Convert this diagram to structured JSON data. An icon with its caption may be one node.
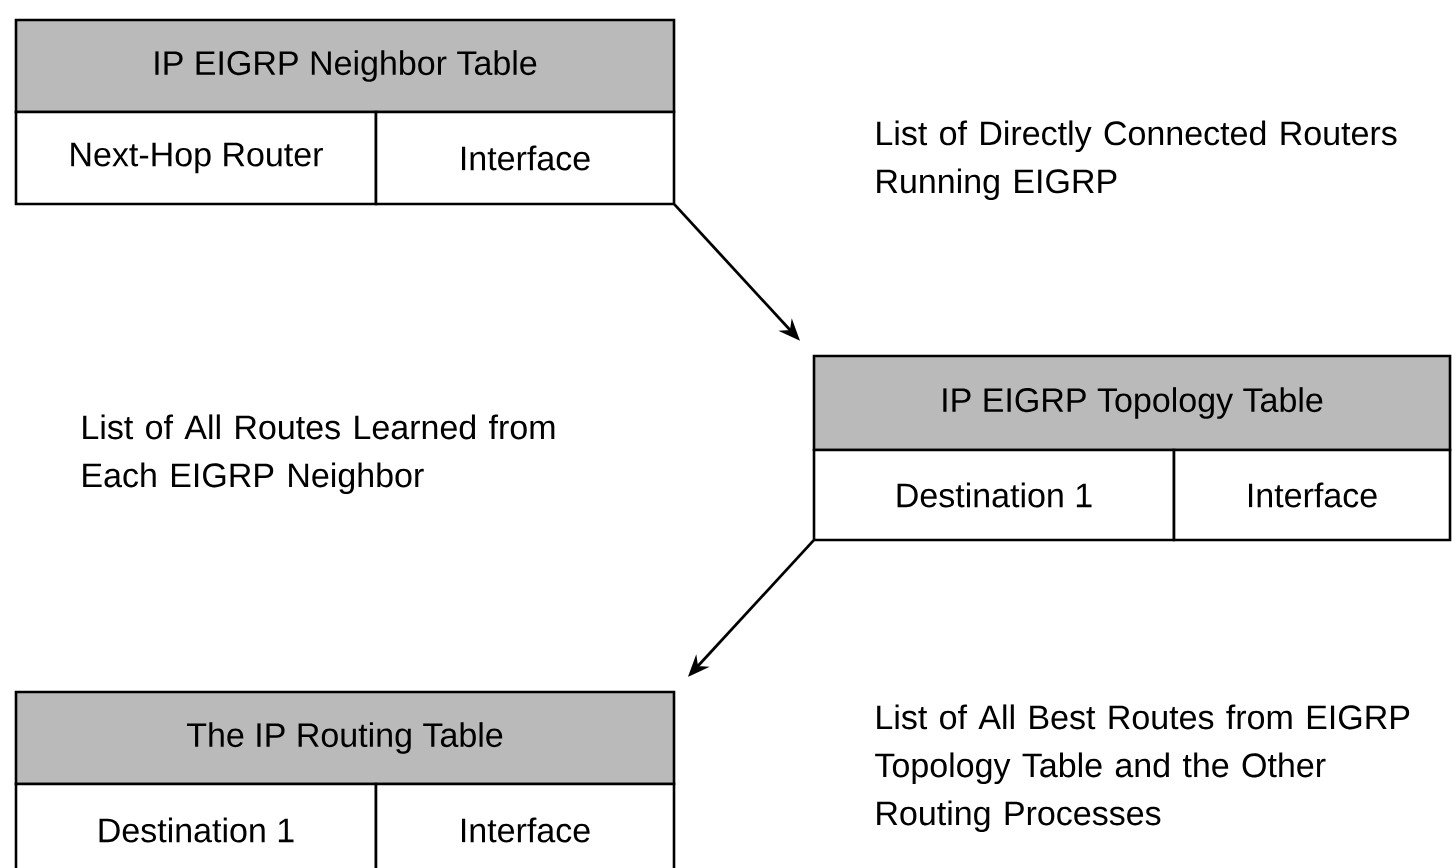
{
  "diagram": {
    "nodes": [
      {
        "text": [
          "IP EIGRP Neighbor Table",
          "Next-Hop Router",
          "Interface"
        ]
      },
      {
        "text": [
          "IP EIGRP Topology Table",
          "Destination 1",
          "Interface"
        ]
      },
      {
        "text": [
          "The IP Routing Table",
          "Destination 1",
          "Interface"
        ]
      }
    ],
    "edges": [
      {
        "from": 0,
        "to": 1,
        "arrow": "to"
      },
      {
        "from": 1,
        "to": 2,
        "arrow": "to"
      }
    ],
    "labels": [
      "List of Directly Connected Routers Running EIGRP",
      "List of All Routes Learned from Each EIGRP Neighbor",
      "List of All Best Routes from EIGRP Topology Table and the Other Routing Processes"
    ]
  }
}
